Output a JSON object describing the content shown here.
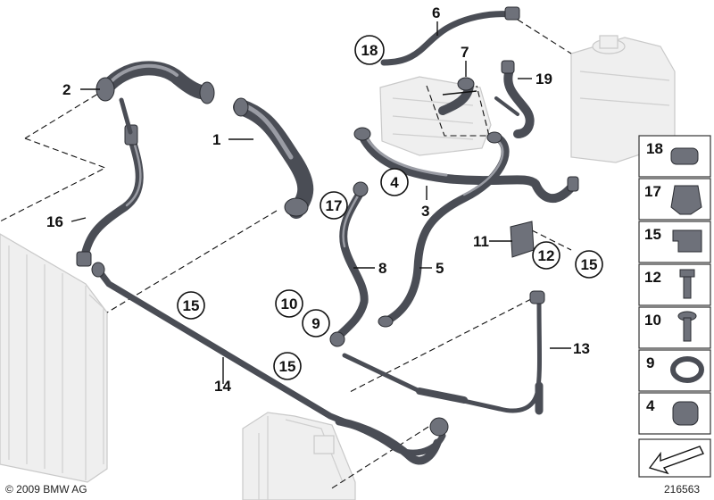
{
  "callouts": [
    {
      "id": "c1",
      "label": "1",
      "circled": false
    },
    {
      "id": "c2",
      "label": "2",
      "circled": false
    },
    {
      "id": "c3",
      "label": "3",
      "circled": false
    },
    {
      "id": "c4",
      "label": "4",
      "circled": true
    },
    {
      "id": "c5",
      "label": "5",
      "circled": false
    },
    {
      "id": "c6",
      "label": "6",
      "circled": false
    },
    {
      "id": "c7",
      "label": "7",
      "circled": false
    },
    {
      "id": "c8",
      "label": "8",
      "circled": false
    },
    {
      "id": "c9",
      "label": "9",
      "circled": true
    },
    {
      "id": "c10",
      "label": "10",
      "circled": true
    },
    {
      "id": "c11",
      "label": "11",
      "circled": false
    },
    {
      "id": "c12",
      "label": "12",
      "circled": true
    },
    {
      "id": "c13",
      "label": "13",
      "circled": false
    },
    {
      "id": "c14",
      "label": "14",
      "circled": false
    },
    {
      "id": "c15a",
      "label": "15",
      "circled": true
    },
    {
      "id": "c15b",
      "label": "15",
      "circled": true
    },
    {
      "id": "c15c",
      "label": "15",
      "circled": true
    },
    {
      "id": "c16",
      "label": "16",
      "circled": false
    },
    {
      "id": "c17",
      "label": "17",
      "circled": true
    },
    {
      "id": "c18",
      "label": "18",
      "circled": true
    },
    {
      "id": "c19",
      "label": "19",
      "circled": false
    }
  ],
  "side_panel": [
    {
      "id": "p18",
      "label": "18"
    },
    {
      "id": "p17",
      "label": "17"
    },
    {
      "id": "p15",
      "label": "15"
    },
    {
      "id": "p12",
      "label": "12"
    },
    {
      "id": "p10",
      "label": "10"
    },
    {
      "id": "p9",
      "label": "9"
    },
    {
      "id": "p4",
      "label": "4"
    }
  ],
  "footer": {
    "copyright": "© 2009 BMW AG",
    "drawing_number": "216563"
  },
  "colors": {
    "hose": "#4a4d55",
    "hose_highlight": "#9a9ca4",
    "ghost_parts": "#efefef",
    "ink": "#111111"
  }
}
